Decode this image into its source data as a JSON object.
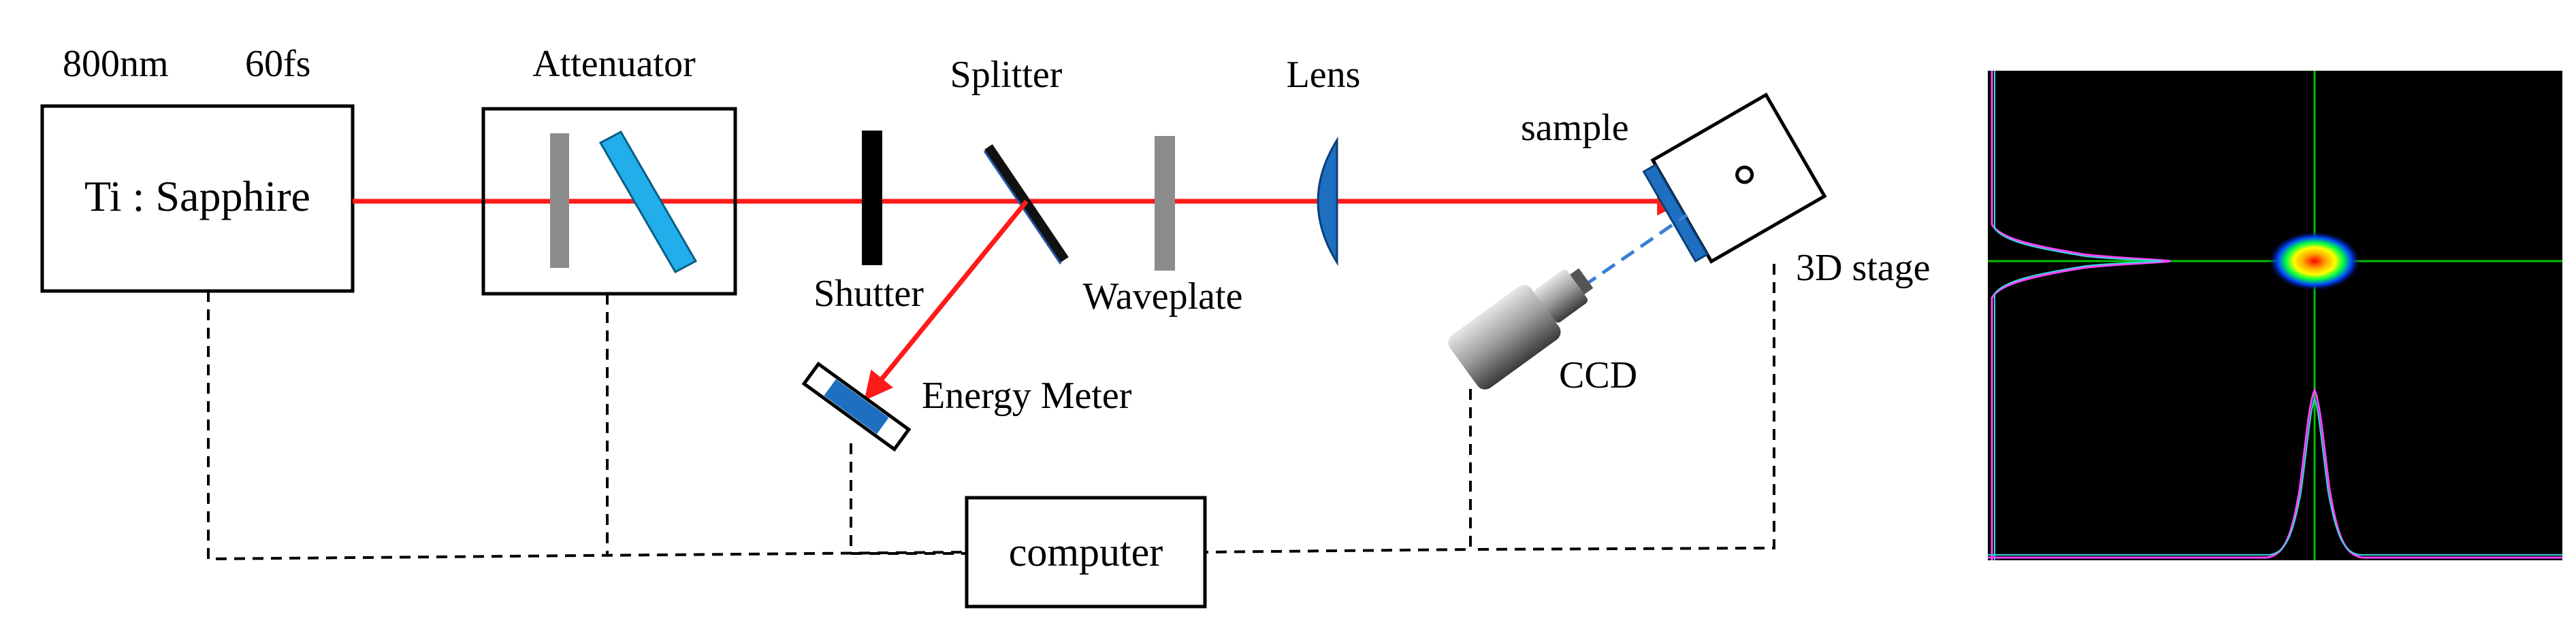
{
  "laser": {
    "wavelength": "800nm",
    "pulse_width": "60fs",
    "name": "Ti : Sapphire"
  },
  "attenuator": {
    "label": "Attenuator"
  },
  "shutter": {
    "label": "Shutter"
  },
  "splitter": {
    "label": "Splitter"
  },
  "waveplate": {
    "label": "Waveplate"
  },
  "lens": {
    "label": "Lens"
  },
  "sample": {
    "label": "sample"
  },
  "stage": {
    "label": "3D stage"
  },
  "ccd": {
    "label": "CCD"
  },
  "energy_meter": {
    "label": "Energy Meter"
  },
  "computer": {
    "label": "computer"
  },
  "colors": {
    "beam": "#ff1a1a",
    "optic_gray": "#8c8c8c",
    "attenuator_blue": "#22aeea",
    "lens_blue": "#1f6fc0",
    "dashed_line": "#000000",
    "ccd_beam": "#3a7fd5",
    "crosshair": "#00c000",
    "profile_pink": "#ff44ff",
    "profile_cyan": "#33d9d9"
  },
  "icons": {
    "ccd_camera": "ccd-camera-icon",
    "energy_meter": "energy-meter-icon",
    "sample_stage": "sample-stage-icon"
  }
}
